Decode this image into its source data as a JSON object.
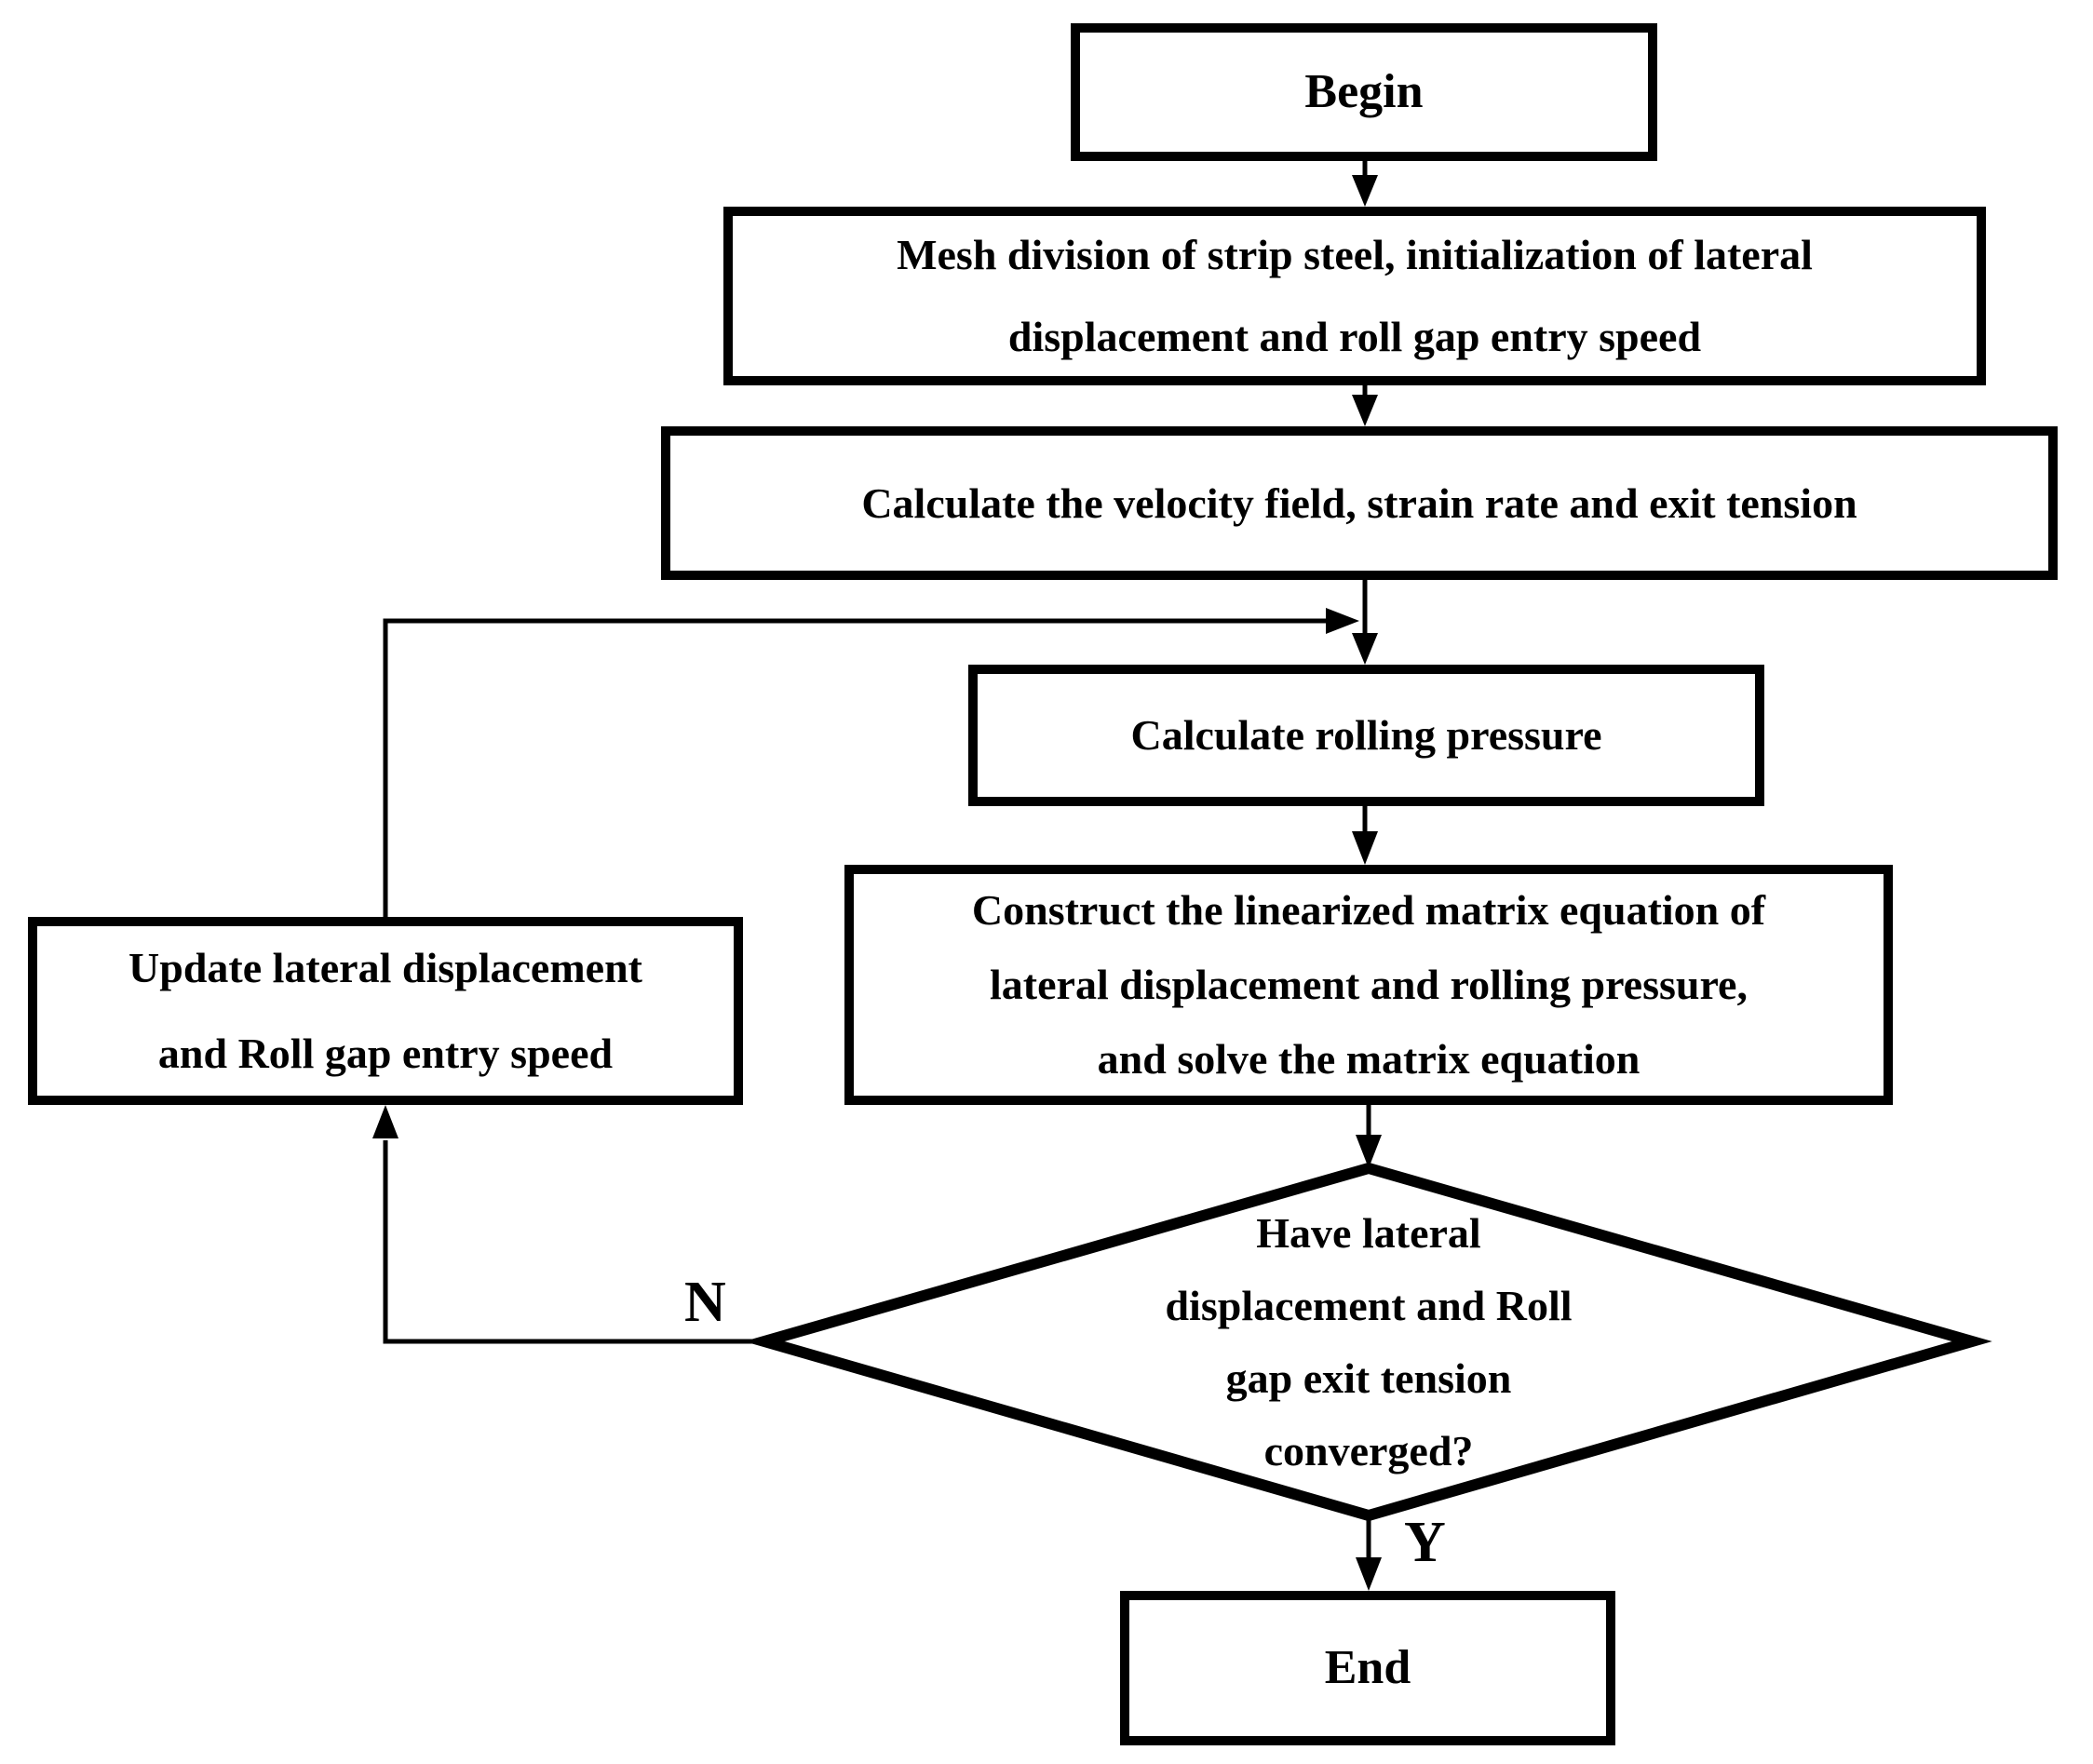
{
  "figure": {
    "type": "flowchart",
    "colors": {
      "ink": "#000000",
      "paper": "#ffffff"
    },
    "nodes": {
      "begin": {
        "shape": "rect",
        "lines": [
          "Begin"
        ]
      },
      "mesh": {
        "shape": "rect",
        "lines": [
          "Mesh division of strip steel, initialization of lateral",
          "displacement and roll gap entry speed"
        ]
      },
      "velocity": {
        "shape": "rect",
        "lines": [
          "Calculate the velocity field, strain rate and exit tension"
        ]
      },
      "pressure": {
        "shape": "rect",
        "lines": [
          "Calculate rolling pressure"
        ]
      },
      "construct": {
        "shape": "rect",
        "lines": [
          "Construct the linearized matrix equation of",
          "lateral displacement and rolling pressure,",
          "and solve the matrix equation"
        ]
      },
      "decision": {
        "shape": "diamond",
        "lines": [
          "Have lateral",
          "displacement and Roll",
          "gap exit tension",
          "converged?"
        ]
      },
      "update": {
        "shape": "rect",
        "lines": [
          "Update lateral displacement",
          "and Roll gap entry speed"
        ]
      },
      "end": {
        "shape": "rect",
        "lines": [
          "End"
        ]
      }
    },
    "edge_labels": {
      "no": "N",
      "yes": "Y"
    }
  }
}
